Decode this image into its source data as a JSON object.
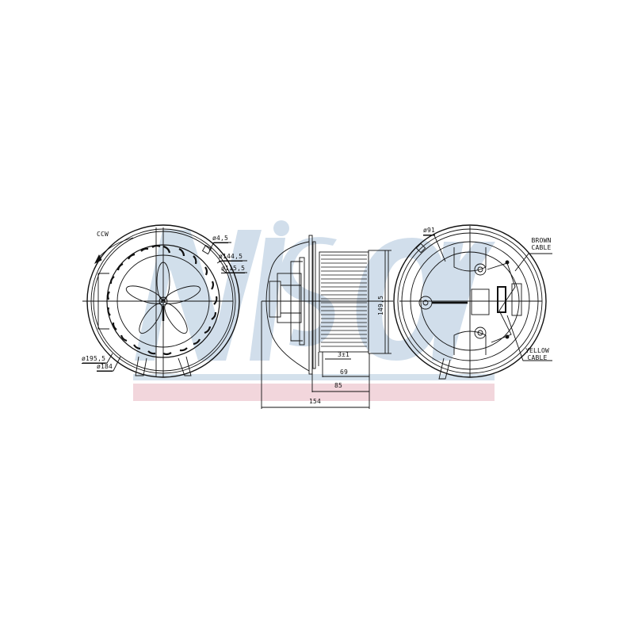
{
  "drawing": {
    "watermark_text": "Nissens",
    "colors": {
      "line": "#111111",
      "watermark_blue": "#c9d9e8",
      "band_blue": "#d4e1ec",
      "band_pink": "#f2d6dc",
      "background": "#ffffff"
    }
  },
  "front_view": {
    "rotation_label": "CCW",
    "dimensions": {
      "d_hole": "ø4,5",
      "d_outer_wheel": "ø144,5",
      "d_inner_wheel": "ø115,5",
      "d_housing_outer": "ø195,5",
      "d_housing_inner": "ø184"
    }
  },
  "side_view": {
    "dimensions": {
      "height": "149,5",
      "gap": "3±1",
      "wheel_depth": "69",
      "flange_to_end": "85",
      "overall_length": "154"
    }
  },
  "rear_view": {
    "dimensions": {
      "d_motor": "ø91"
    },
    "callouts": {
      "brown_line1": "BROWN",
      "brown_line2": "CABLE",
      "yellow_line1": "YELLOW",
      "yellow_line2": "CABLE"
    }
  }
}
